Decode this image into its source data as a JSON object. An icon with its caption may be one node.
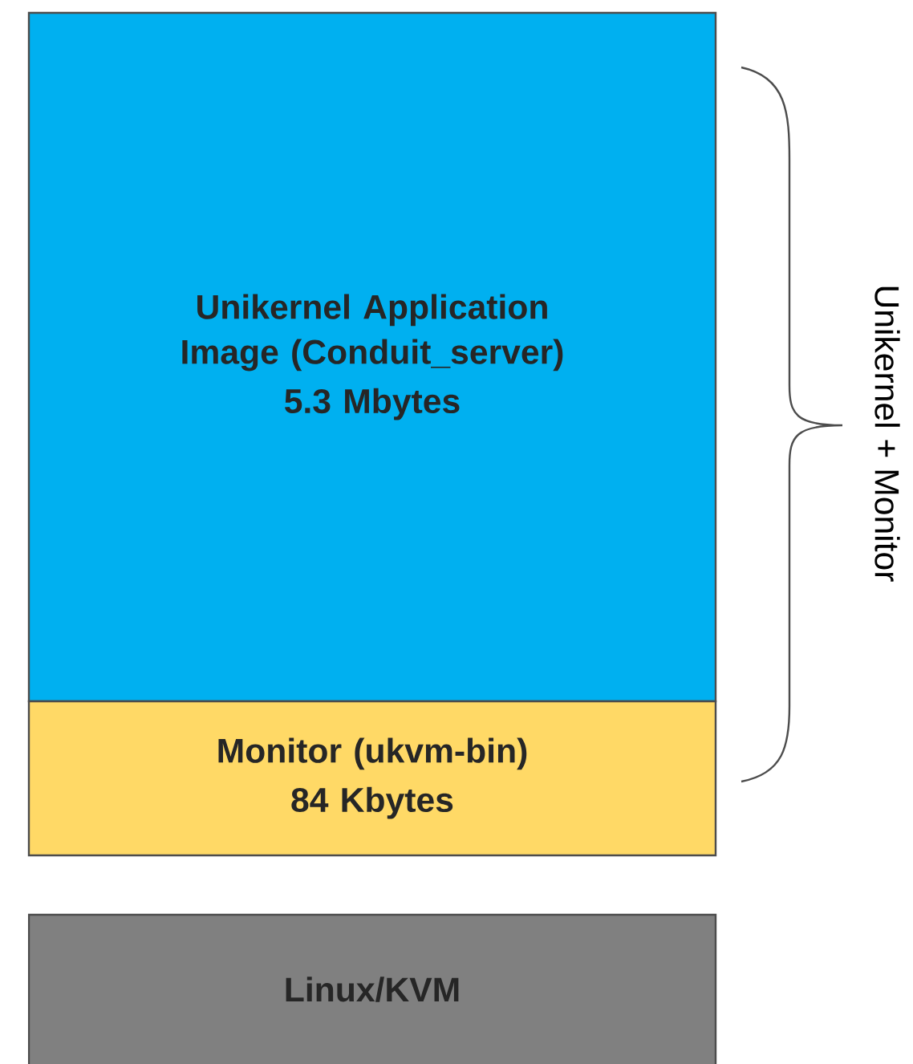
{
  "diagram": {
    "nodes": [
      {
        "text": [
          "Unikernel Application Image (Conduit_server)",
          "5.3 Mbytes"
        ]
      },
      {
        "text": [
          "Monitor (ukvm-bin)",
          "84 Kbytes"
        ]
      },
      {
        "text": [
          "Linux/KVM"
        ]
      }
    ],
    "labels": [
      "Unikernel + Monitor"
    ]
  }
}
